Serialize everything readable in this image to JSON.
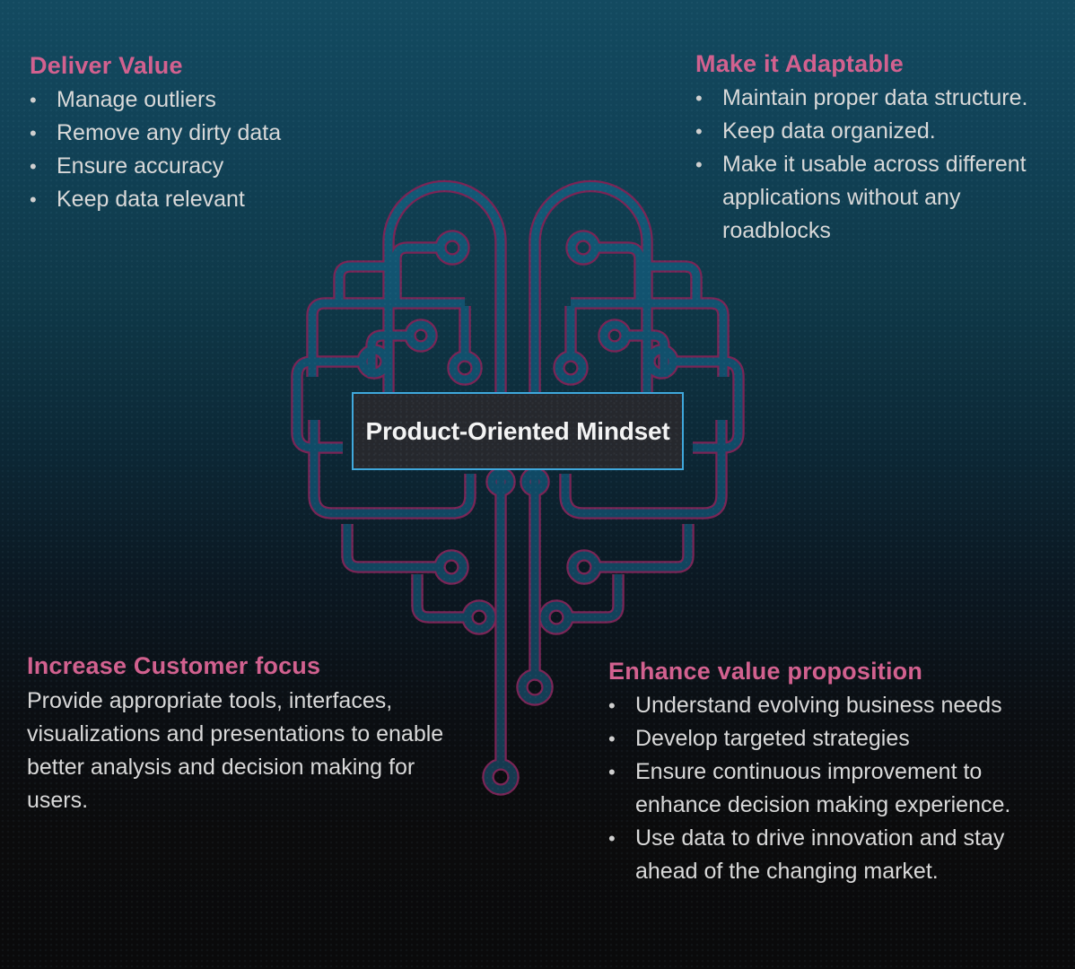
{
  "colors": {
    "accent_pink": "#d2618f",
    "body_text": "#d9d9d9",
    "background_top": "#134a60",
    "background_bottom": "#0a0a0b",
    "wire_teal": "#114e6b",
    "wire_edge_magenta": "#7a2455",
    "center_box_bg": "#26282d",
    "center_box_border": "#3fa8dc"
  },
  "center_box": {
    "title": "Product-Oriented Mindset"
  },
  "illustration": {
    "name": "brain-circuit"
  },
  "sections": {
    "deliver_value": {
      "heading": "Deliver Value",
      "bullets": [
        "Manage outliers",
        "Remove any dirty data",
        "Ensure accuracy",
        "Keep data relevant"
      ]
    },
    "make_it_adaptable": {
      "heading": "Make it Adaptable",
      "bullets": [
        "Maintain proper data structure.",
        "Keep data organized.",
        "Make it usable across different applications without any roadblocks"
      ]
    },
    "increase_customer_focus": {
      "heading": "Increase Customer focus",
      "body": "Provide appropriate tools, interfaces, visualizations and presentations to enable better analysis and decision making for users."
    },
    "enhance_value_proposition": {
      "heading": "Enhance value proposition",
      "bullets": [
        "Understand evolving business needs",
        "Develop targeted strategies",
        "Ensure continuous improvement to enhance decision making experience.",
        "Use data to drive innovation and stay ahead of the changing market."
      ]
    }
  }
}
